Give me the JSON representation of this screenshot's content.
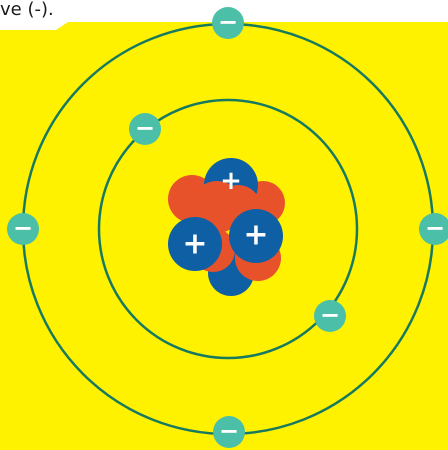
{
  "caption": "ve (-).",
  "colors": {
    "background": "#fff200",
    "orbit": "#177a5f",
    "electron": "#4cbfa8",
    "proton": "#0f5fa5",
    "neutron": "#e8522b",
    "sign": "#ffffff"
  },
  "electron_sign": "−",
  "proton_sign": "+",
  "orbits": [
    {
      "name": "inner-orbit"
    },
    {
      "name": "outer-orbit"
    }
  ],
  "electrons": [
    {
      "name": "electron-top"
    },
    {
      "name": "electron-left"
    },
    {
      "name": "electron-right"
    },
    {
      "name": "electron-bottom"
    },
    {
      "name": "electron-inner-upper-left"
    },
    {
      "name": "electron-inner-lower-right"
    }
  ],
  "nucleus": {
    "protons": 4,
    "neutrons": 6
  }
}
